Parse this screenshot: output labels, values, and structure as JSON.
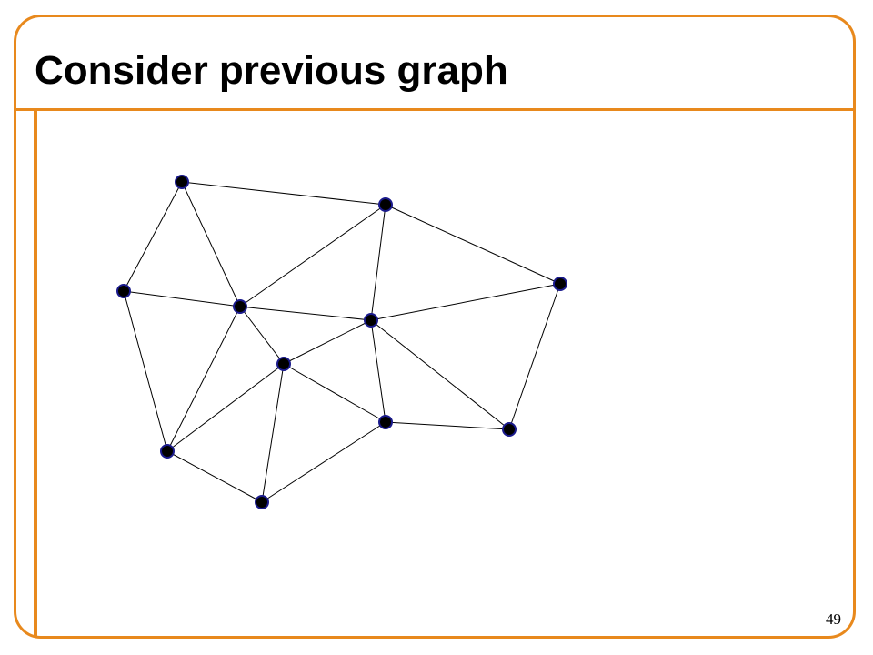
{
  "slide": {
    "title": "Consider previous graph",
    "page_number": "49"
  },
  "colors": {
    "accent": "#E8891D",
    "node_fill": "#000000",
    "node_stroke": "#1a1a8c",
    "edge": "#000000"
  },
  "graph": {
    "nodes": [
      "n1",
      "n2",
      "n3",
      "n4",
      "n5",
      "n6",
      "n7",
      "n8",
      "n9",
      "n10",
      "n11"
    ],
    "edges": [
      [
        "n1",
        "n2"
      ],
      [
        "n1",
        "n3"
      ],
      [
        "n1",
        "n5"
      ],
      [
        "n2",
        "n5"
      ],
      [
        "n2",
        "n6"
      ],
      [
        "n2",
        "n4"
      ],
      [
        "n3",
        "n5"
      ],
      [
        "n3",
        "n8"
      ],
      [
        "n5",
        "n6"
      ],
      [
        "n5",
        "n7"
      ],
      [
        "n5",
        "n8"
      ],
      [
        "n6",
        "n4"
      ],
      [
        "n6",
        "n7"
      ],
      [
        "n6",
        "n9"
      ],
      [
        "n6",
        "n10"
      ],
      [
        "n4",
        "n10"
      ],
      [
        "n7",
        "n8"
      ],
      [
        "n7",
        "n9"
      ],
      [
        "n7",
        "n11"
      ],
      [
        "n8",
        "n11"
      ],
      [
        "n9",
        "n10"
      ],
      [
        "n9",
        "n11"
      ]
    ]
  }
}
